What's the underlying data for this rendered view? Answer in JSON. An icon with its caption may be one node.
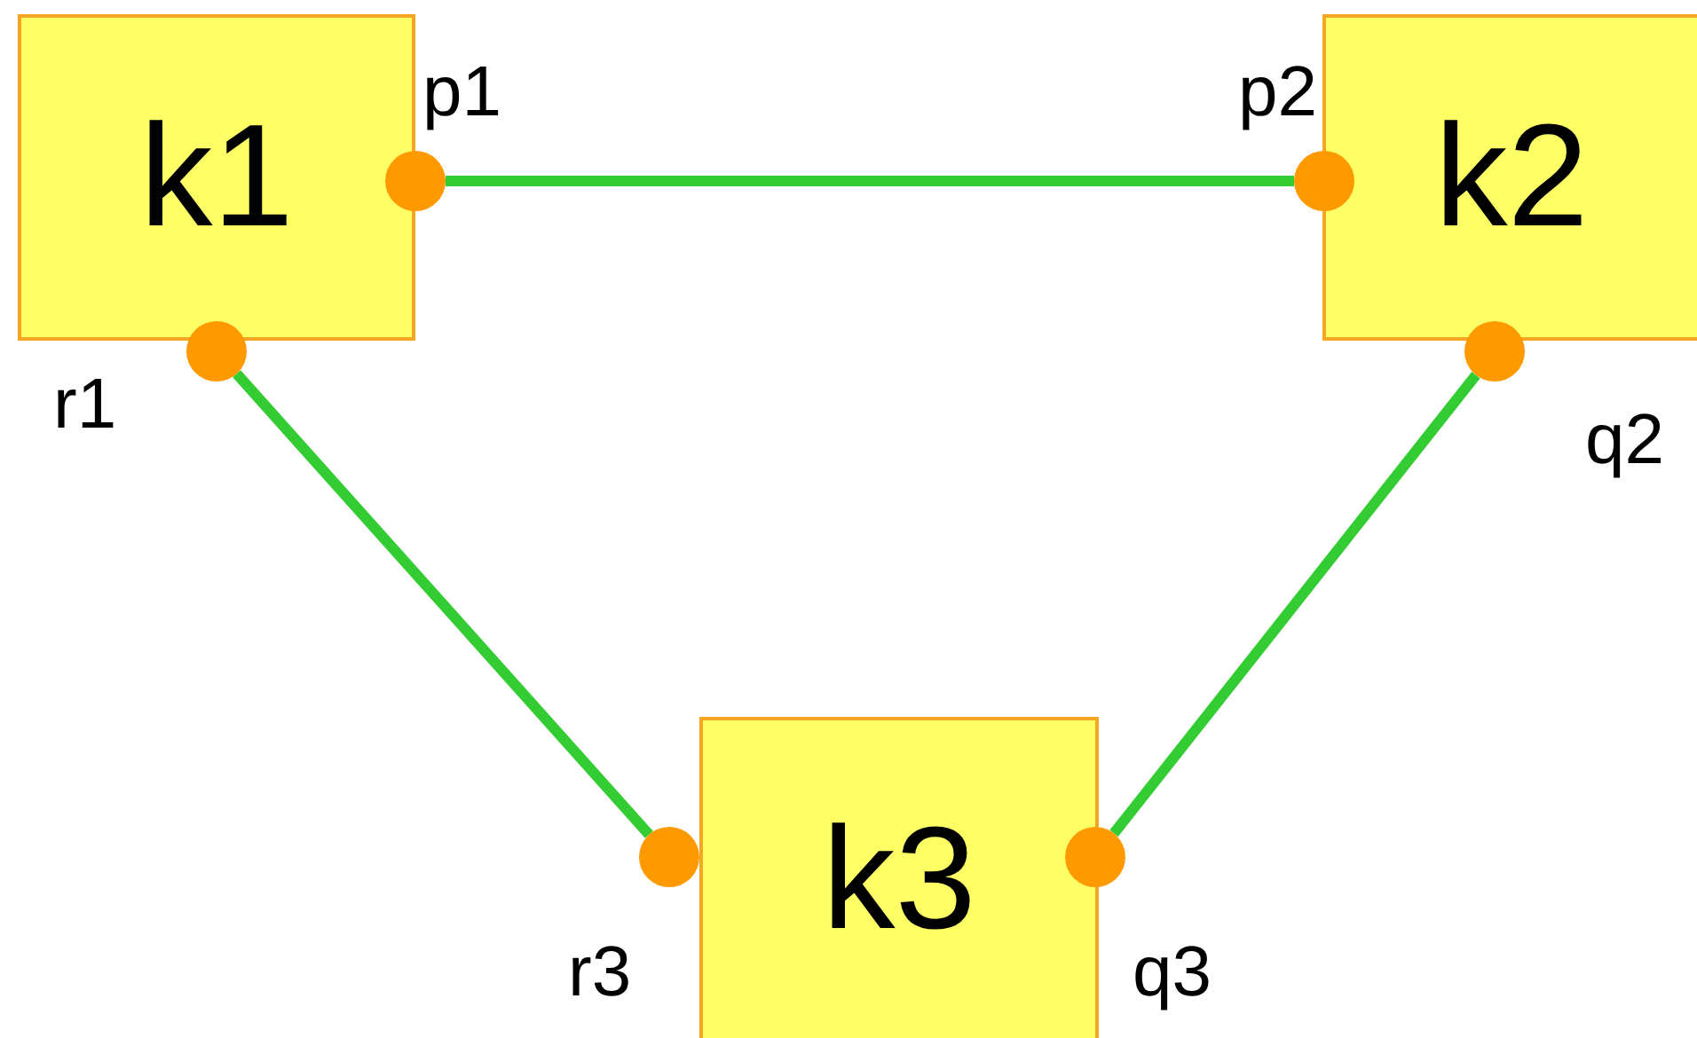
{
  "diagram": {
    "nodes": [
      {
        "text": [
          "k1"
        ]
      },
      {
        "text": [],
        "shape": "circle",
        "beside": [
          "p1"
        ]
      },
      {
        "text": [],
        "shape": "circle",
        "beside": [
          "r1"
        ]
      },
      {
        "text": [
          "k2"
        ]
      },
      {
        "text": [],
        "shape": "circle",
        "beside": [
          "p2"
        ]
      },
      {
        "text": [],
        "shape": "circle",
        "beside": [
          "q2"
        ]
      },
      {
        "text": [
          "k3"
        ]
      },
      {
        "text": [],
        "shape": "circle",
        "beside": [
          "r3"
        ]
      },
      {
        "text": [],
        "shape": "circle",
        "beside": [
          "q3"
        ]
      }
    ],
    "edges": [
      {
        "from": 1,
        "to": 4,
        "arrow": "none"
      },
      {
        "from": 2,
        "to": 7,
        "arrow": "none"
      },
      {
        "from": 5,
        "to": 8,
        "arrow": "none"
      }
    ]
  }
}
